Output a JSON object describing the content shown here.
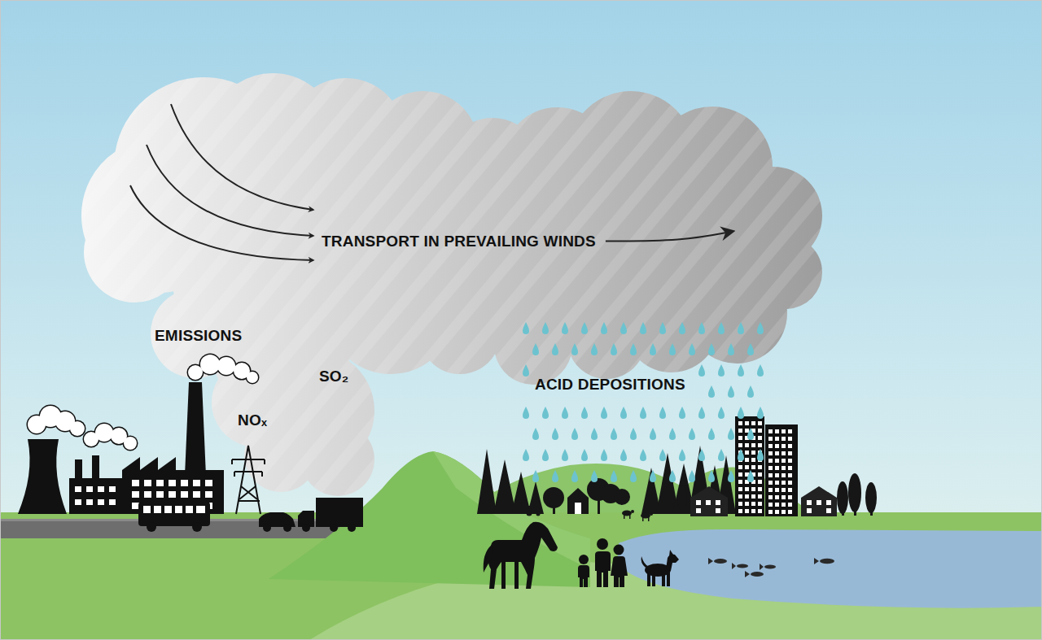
{
  "diagram": {
    "labels": [
      "TRANSPORT IN PREVAILING WINDS",
      "EMISSIONS",
      "SO₂",
      "NOₓ",
      "ACID DEPOSITIONS"
    ]
  }
}
